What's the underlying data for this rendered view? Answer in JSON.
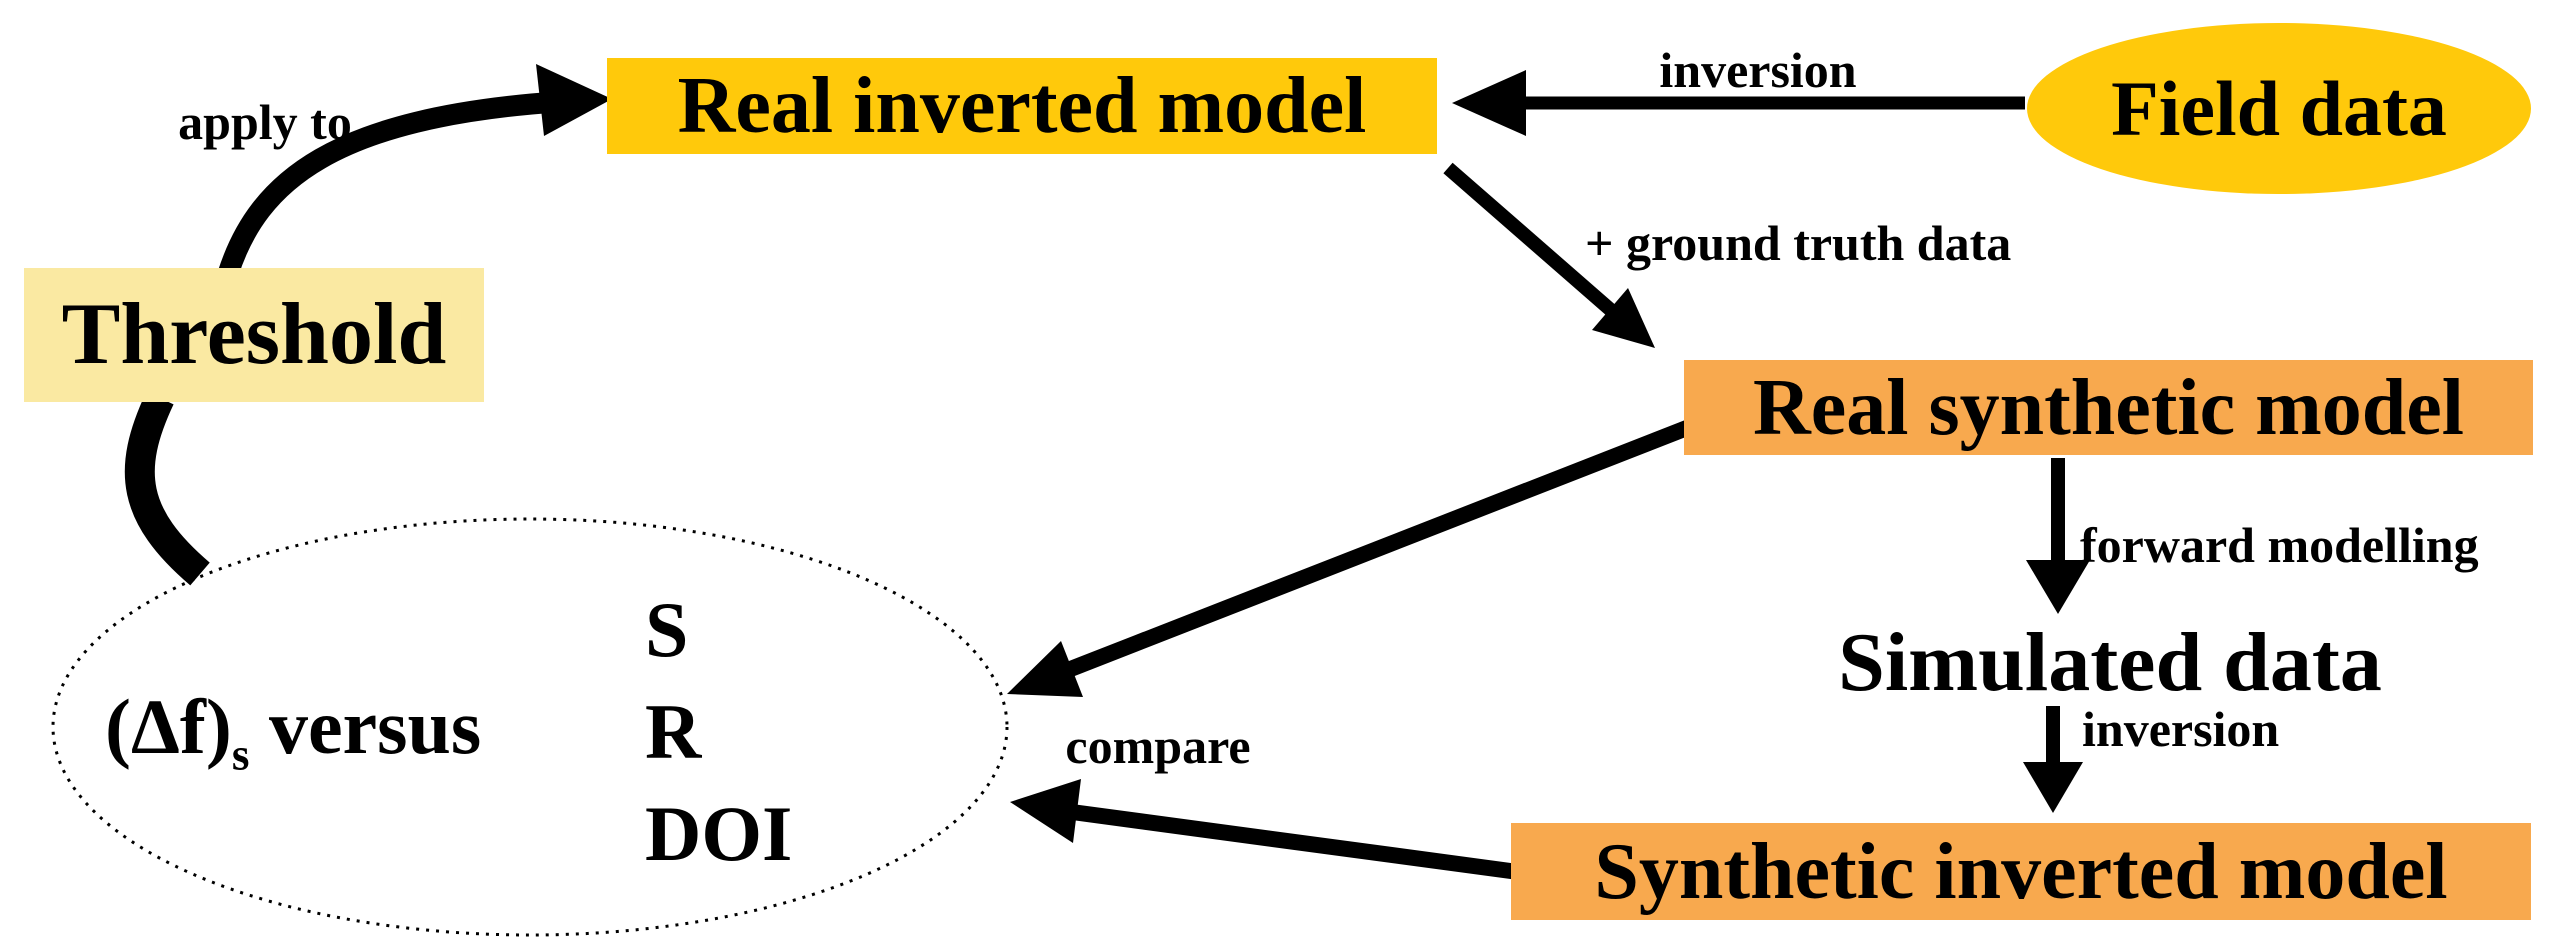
{
  "diagram": {
    "nodes": {
      "real_inverted_model": {
        "label": "Real inverted model",
        "bg": "#FFC90B"
      },
      "field_data": {
        "label": "Field data",
        "bg": "#FFC90B"
      },
      "threshold": {
        "label": "Threshold",
        "bg": "#FAE9A2"
      },
      "real_synthetic_model": {
        "label": "Real synthetic model",
        "bg": "#F8A94E"
      },
      "simulated_data": {
        "label": "Simulated data"
      },
      "synthetic_inverted_model": {
        "label": "Synthetic inverted model",
        "bg": "#F8A94E"
      }
    },
    "comparison": {
      "formula_prefix": "(Δf)",
      "formula_sub": "s",
      "formula_suffix": " versus",
      "metrics": [
        "S",
        "R",
        "DOI"
      ]
    },
    "edge_labels": {
      "apply_to": "apply to",
      "inversion_top": "inversion",
      "ground_truth": "+ ground truth data",
      "forward_modelling": "forward modelling",
      "inversion_bottom": "inversion",
      "compare": "compare"
    },
    "colors": {
      "arrow": "#000000",
      "background": "#FFFFFF"
    }
  }
}
